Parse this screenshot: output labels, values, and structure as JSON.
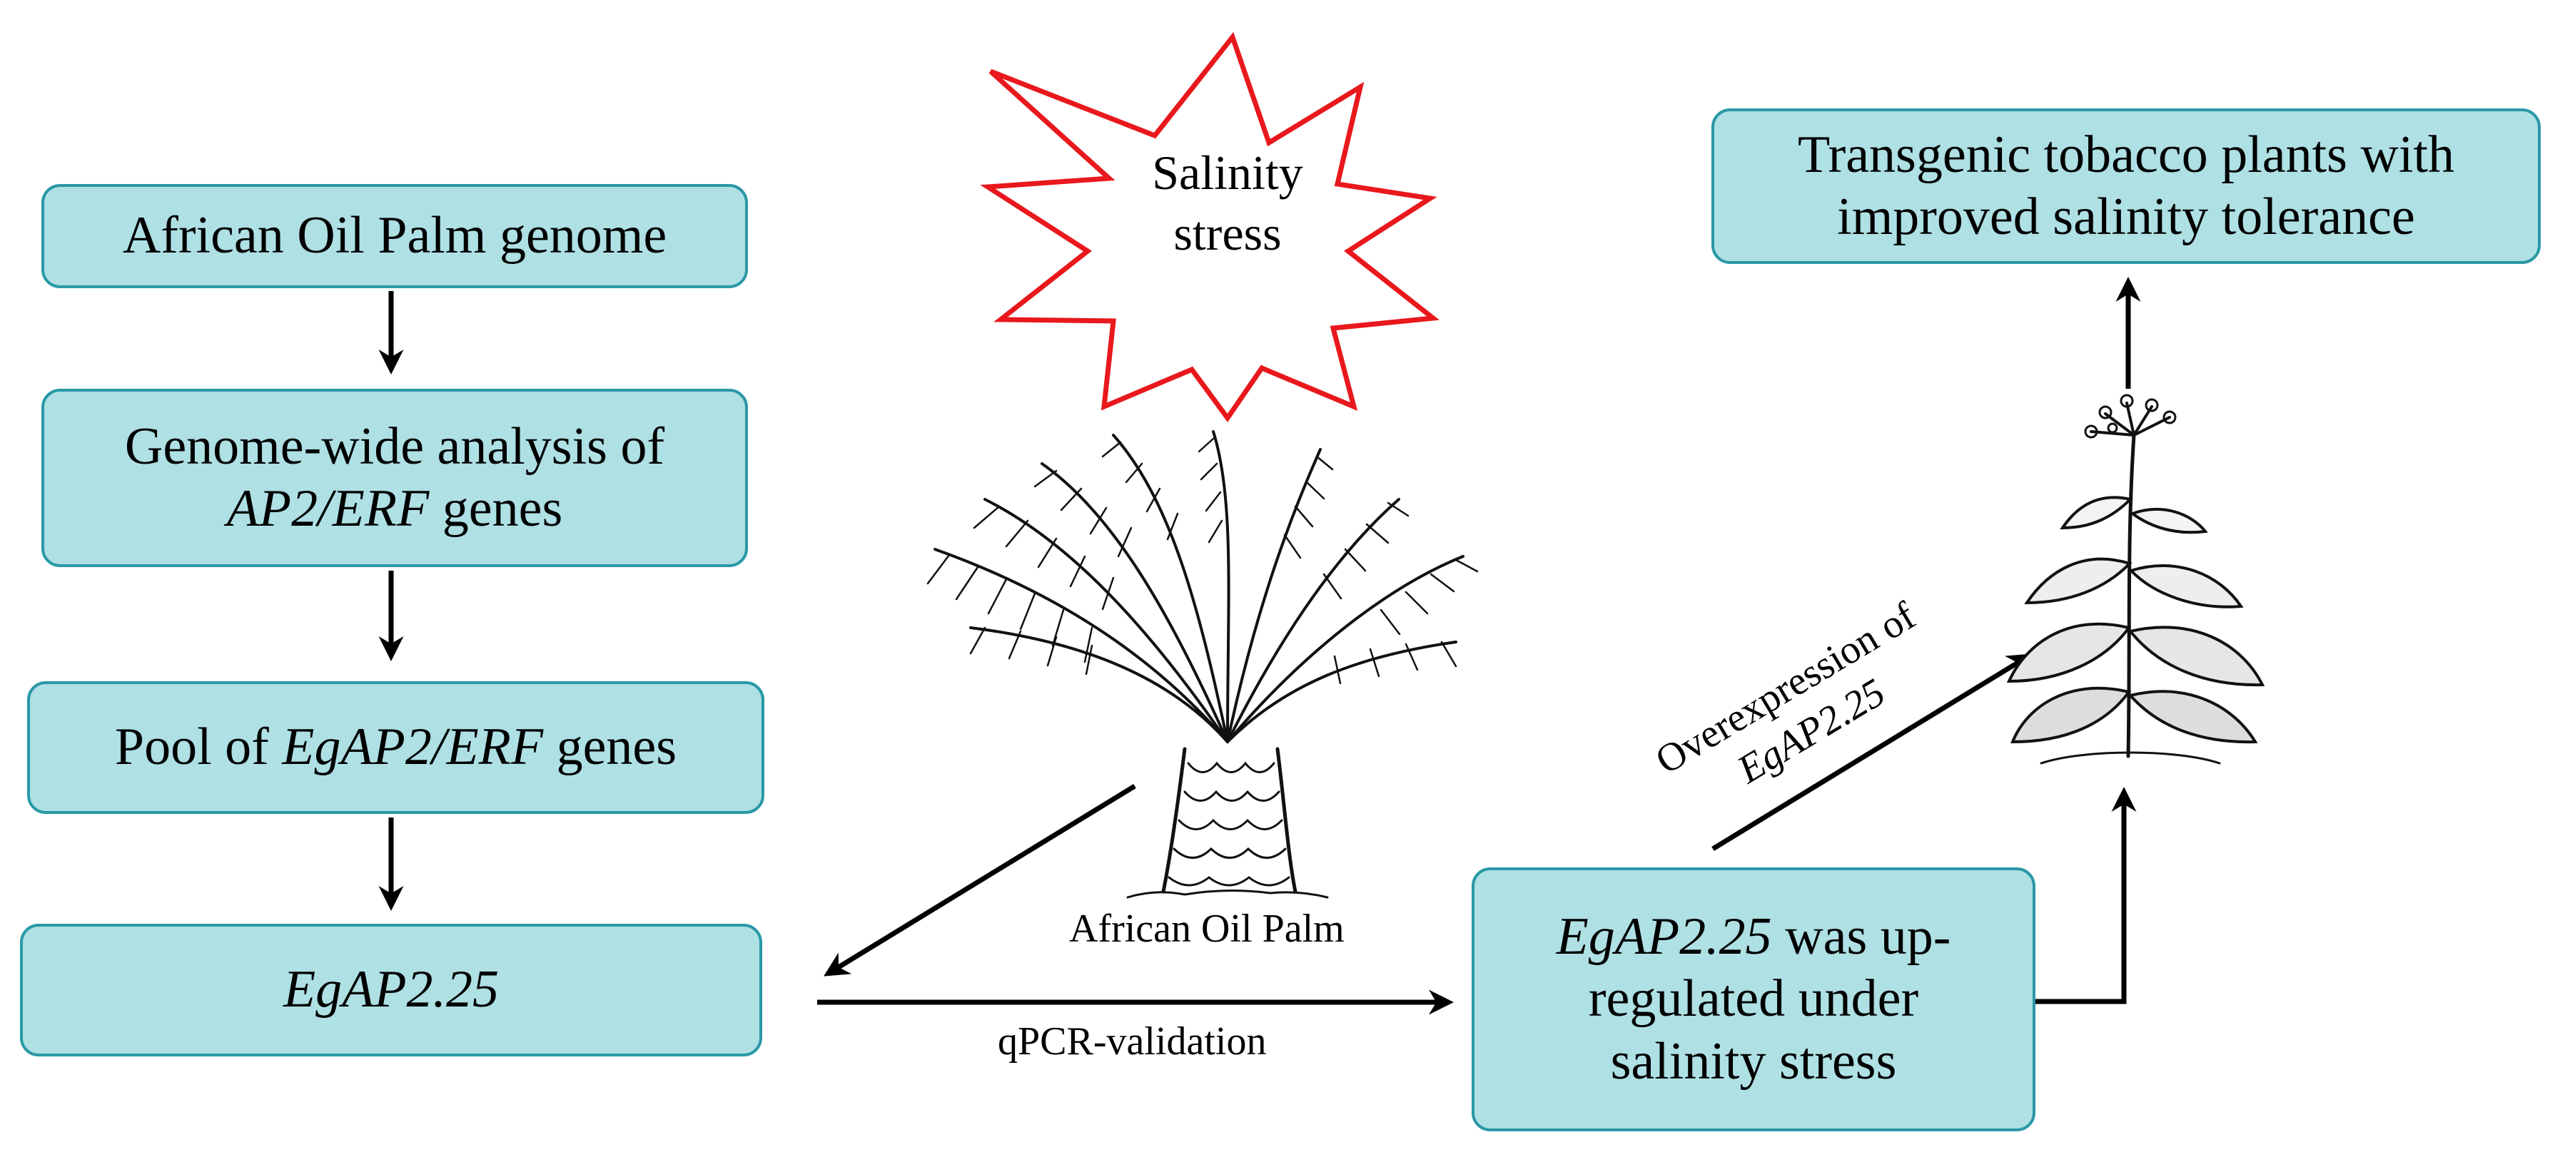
{
  "boxes": {
    "genome": "African Oil Palm genome",
    "analysis_line1": "Genome-wide analysis of",
    "analysis_line2_italic": "AP2/ERF",
    "analysis_line2_rest": " genes",
    "pool_prefix": "Pool of ",
    "pool_italic": "EgAP2/ERF",
    "pool_suffix": " genes",
    "gene": "EgAP2.25",
    "upreg_line1_italic": "EgAP2.25",
    "upreg_line1_rest": " was up-",
    "upreg_line2": "regulated under",
    "upreg_line3": "salinity stress",
    "result_line1": "Transgenic tobacco plants with",
    "result_line2": "improved salinity tolerance"
  },
  "stress": {
    "line1": "Salinity",
    "line2": "stress",
    "color": "#e8181c"
  },
  "labels": {
    "palm": "African Oil Palm",
    "qpcr": "qPCR-validation",
    "overexp_line1": "Overexpression of",
    "overexp_line2_italic": "EgAP2.25"
  },
  "colors": {
    "box_fill": "#aee0e4",
    "box_border": "#2a98a6",
    "arrow": "#000000"
  }
}
